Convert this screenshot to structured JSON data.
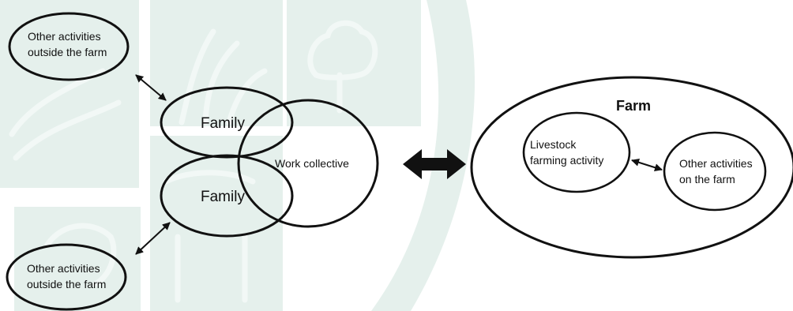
{
  "diagram": {
    "left_top_outside": [
      "Other activities",
      "outside the farm"
    ],
    "family_top": "Family",
    "family_bottom": "Family",
    "work_collective": "Work collective",
    "left_bottom_outside": [
      "Other activities",
      "outside the farm"
    ],
    "farm_title": "Farm",
    "livestock": [
      "Livestock",
      "farming activity"
    ],
    "other_on_farm": [
      "Other activities",
      "on the farm"
    ]
  },
  "colors": {
    "background_tile": "#e5f0ec",
    "ink": "#111111"
  }
}
